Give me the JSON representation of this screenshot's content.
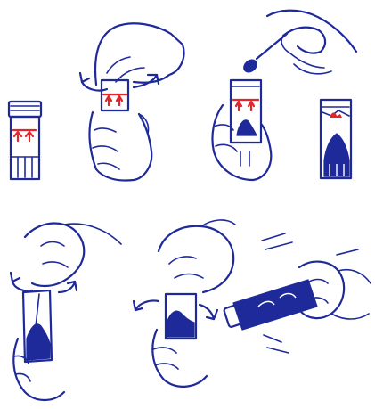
{
  "colors": {
    "ink": "#1f2a9a",
    "accent_red": "#e1252b",
    "background": "#ffffff"
  },
  "figure": {
    "panels": [
      {
        "id": 1,
        "depicts": "closed-container"
      },
      {
        "id": 2,
        "depicts": "hand-unscrewing-cap"
      },
      {
        "id": 3,
        "depicts": "spoon-adding-sample"
      },
      {
        "id": 4,
        "depicts": "filled-container"
      },
      {
        "id": 5,
        "depicts": "hand-screwing-cap"
      },
      {
        "id": 6,
        "depicts": "hand-twisting-cap"
      },
      {
        "id": 7,
        "depicts": "shaking-container"
      }
    ]
  }
}
